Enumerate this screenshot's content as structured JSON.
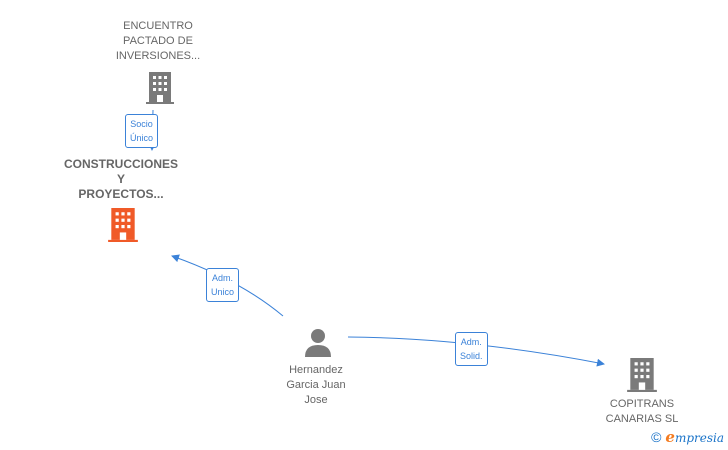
{
  "nodes": {
    "encuentro": {
      "label": "ENCUENTRO\nPACTADO DE\nINVERSIONES..."
    },
    "construcciones": {
      "label": "CONSTRUCCIONES\nY\nPROYECTOS..."
    },
    "hernandez": {
      "label": "Hernandez\nGarcia Juan\nJose"
    },
    "copitrans": {
      "label": "COPITRANS\nCANARIAS  SL"
    }
  },
  "edges": {
    "socio_unico": {
      "label": "Socio\nÚnico"
    },
    "adm_unico": {
      "label": "Adm.\nUnico"
    },
    "adm_solid": {
      "label": "Adm.\nSolid."
    }
  },
  "colors": {
    "edge": "#3b82d8",
    "company_gray": "#7a7a7a",
    "company_highlight": "#f05a28",
    "person": "#7a7a7a"
  },
  "brand": {
    "copyright": "©",
    "logo_initial": "e",
    "logo_rest": "mpresia"
  }
}
